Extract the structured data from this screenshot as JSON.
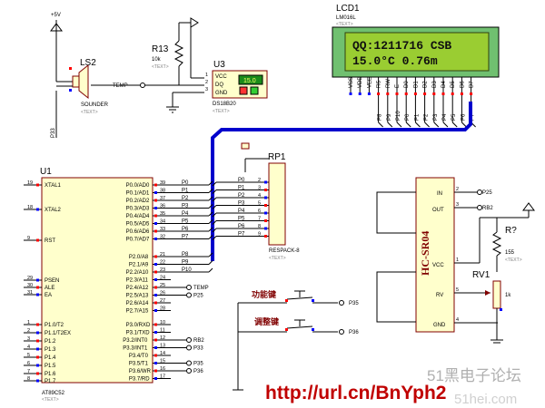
{
  "power": {
    "vcc_label": "+5V"
  },
  "ls2": {
    "ref": "LS2",
    "value": "SOUNDER",
    "text": "<TEXT>",
    "net": "P33"
  },
  "r13": {
    "ref": "R13",
    "value": "10k",
    "text": "<TEXT>"
  },
  "u3": {
    "ref": "U3",
    "part": "DS18B20",
    "pin_vcc": "VCC",
    "pin_dq": "DQ",
    "pin_gnd": "GND",
    "reading": "15.0",
    "text": "<TEXT>",
    "net": "TEMP"
  },
  "lcd": {
    "ref": "LCD1",
    "part": "LM016L",
    "text": "<TEXT>",
    "line1": "QQ:1211716 CSB",
    "line2": "  15.0°C   0.76m",
    "pins": [
      "VSS",
      "VDD",
      "VEE",
      "RS",
      "RW",
      "E",
      "D0",
      "D1",
      "D2",
      "D3",
      "D4",
      "D5",
      "D6",
      "D7"
    ],
    "nets": [
      "P8",
      "P9",
      "P10",
      "P0",
      "P1",
      "P2",
      "P3",
      "P4",
      "P5",
      "P6",
      "P7"
    ]
  },
  "rp1": {
    "ref": "RP1",
    "part": "RESPACK-8",
    "text": "<TEXT>"
  },
  "u1": {
    "ref": "U1",
    "part": "AT89C52",
    "text": "<TEXT>",
    "left_pins": [
      {
        "num": "19",
        "name": "XTAL1"
      },
      {
        "num": "18",
        "name": "XTAL2"
      },
      {
        "num": "9",
        "name": "RST"
      },
      {
        "num": "29",
        "name": "PSEN"
      },
      {
        "num": "30",
        "name": "ALE"
      },
      {
        "num": "31",
        "name": "EA"
      },
      {
        "num": "1",
        "name": "P1.0/T2"
      },
      {
        "num": "2",
        "name": "P1.1/T2EX"
      },
      {
        "num": "3",
        "name": "P1.2"
      },
      {
        "num": "4",
        "name": "P1.3"
      },
      {
        "num": "5",
        "name": "P1.4"
      },
      {
        "num": "6",
        "name": "P1.5"
      },
      {
        "num": "7",
        "name": "P1.6"
      },
      {
        "num": "8",
        "name": "P1.7"
      }
    ],
    "right_pins": [
      {
        "num": "39",
        "name": "P0.0/AD0",
        "net": "P0"
      },
      {
        "num": "38",
        "name": "P0.1/AD1",
        "net": "P1"
      },
      {
        "num": "37",
        "name": "P0.2/AD2",
        "net": "P2"
      },
      {
        "num": "36",
        "name": "P0.3/AD3",
        "net": "P3"
      },
      {
        "num": "35",
        "name": "P0.4/AD4",
        "net": "P4"
      },
      {
        "num": "34",
        "name": "P0.5/AD5",
        "net": "P5"
      },
      {
        "num": "33",
        "name": "P0.6/AD6",
        "net": "P6"
      },
      {
        "num": "32",
        "name": "P0.7/AD7",
        "net": "P7"
      },
      {
        "num": "21",
        "name": "P2.0/A8",
        "net": "P8"
      },
      {
        "num": "22",
        "name": "P2.1/A9",
        "net": "P9"
      },
      {
        "num": "23",
        "name": "P2.2/A10",
        "net": "P10"
      },
      {
        "num": "24",
        "name": "P2.3/A11",
        "net": ""
      },
      {
        "num": "25",
        "name": "P2.4/A12",
        "net": "TEMP"
      },
      {
        "num": "26",
        "name": "P2.5/A13",
        "net": "P25"
      },
      {
        "num": "27",
        "name": "P2.6/A14",
        "net": ""
      },
      {
        "num": "28",
        "name": "P2.7/A15",
        "net": ""
      },
      {
        "num": "10",
        "name": "P3.0/RXD",
        "net": ""
      },
      {
        "num": "11",
        "name": "P3.1/TXD",
        "net": ""
      },
      {
        "num": "12",
        "name": "P3.2/INT0",
        "net": "RB2"
      },
      {
        "num": "13",
        "name": "P3.3/INT1",
        "net": "P33"
      },
      {
        "num": "14",
        "name": "P3.4/T0",
        "net": ""
      },
      {
        "num": "15",
        "name": "P3.5/T1",
        "net": "P35"
      },
      {
        "num": "16",
        "name": "P3.6/WR",
        "net": "P36"
      },
      {
        "num": "17",
        "name": "P3.7/RD",
        "net": ""
      }
    ]
  },
  "rp_nets": [
    "P0",
    "P1",
    "P2",
    "P3",
    "P4",
    "P5",
    "P6",
    "P7"
  ],
  "rp_pins": [
    "2",
    "3",
    "4",
    "5",
    "6",
    "7",
    "8",
    "9"
  ],
  "buttons": {
    "func_label": "功能键",
    "func_net": "P35",
    "adj_label": "调整键",
    "adj_net": "P36"
  },
  "hcsr04": {
    "part": "HC-SR04",
    "pin_in": "IN",
    "pin_out": "OUT",
    "pin_vcc": "VCC",
    "pin_rv": "RV",
    "pin_gnd": "GND",
    "net_in": "P25",
    "net_out": "RB2",
    "num_in": "2",
    "num_out": "3",
    "num_vcc": "1",
    "num_rv": "5",
    "num_gnd": "4"
  },
  "rq": {
    "ref": "R?",
    "value": "155",
    "text": "<TEXT>"
  },
  "rv1": {
    "ref": "RV1",
    "value": "1k"
  },
  "watermark": {
    "site": "51黑电子论坛",
    "url": "http://url.cn/BnYph2",
    "faint": "51hei.com"
  }
}
